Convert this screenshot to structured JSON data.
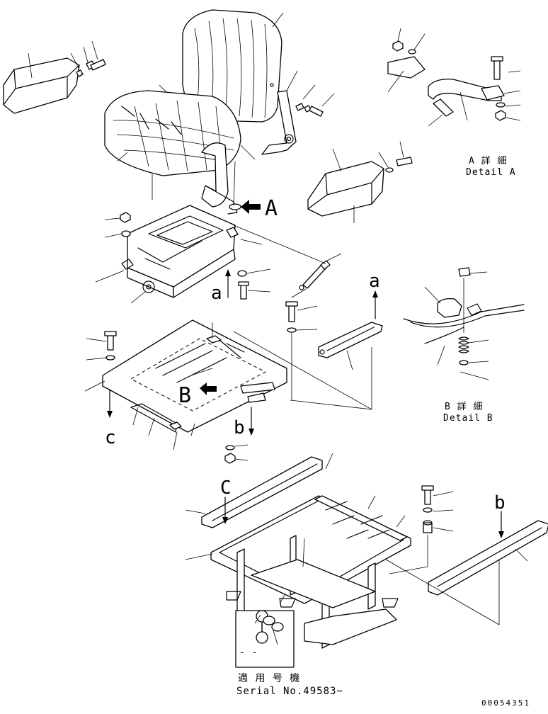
{
  "callouts": {
    "A": "A",
    "B": "B",
    "a_top": "a",
    "a_right": "a",
    "b_mid": "b",
    "b_right": "b",
    "c_left": "c",
    "c_lower": "C"
  },
  "detail_a": {
    "jp": "A 詳 細",
    "en": "Detail A"
  },
  "detail_b": {
    "jp": "B 詳 細",
    "en": "Detail B"
  },
  "applicable": {
    "jp": "適 用 号 機",
    "serial": "Serial No.49583~"
  },
  "inset_marks": "- -",
  "drawing_code": "00054351"
}
